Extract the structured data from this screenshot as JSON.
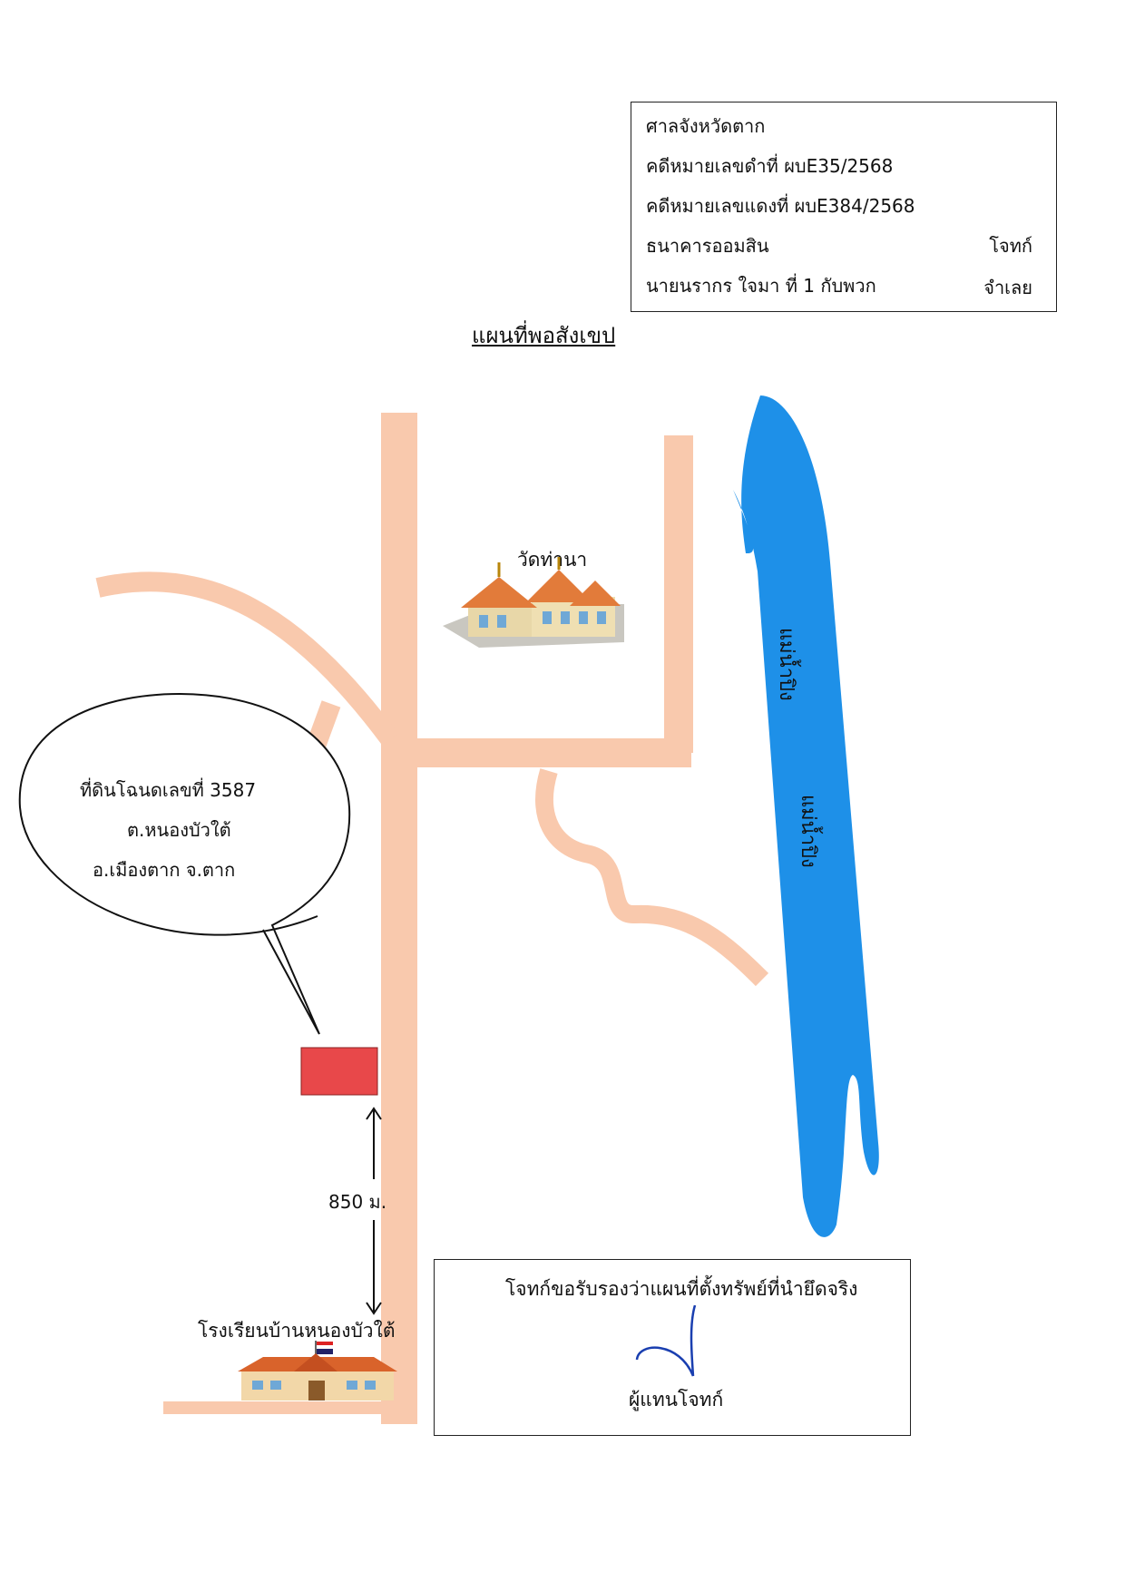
{
  "case_box": {
    "court": "ศาลจังหวัดตาก",
    "black_case_no": "คดีหมายเลขดำที่ ผบE35/2568",
    "red_case_no": "คดีหมายเลขแดงที่ ผบE384/2568",
    "plaintiff_name": "ธนาคารออมสิน",
    "plaintiff_role": "โจทก์",
    "defendant_name": "นายนรากร ใจมา  ที่ 1 กับพวก",
    "defendant_role": "จำเลย"
  },
  "map": {
    "title": "แผนที่พอสังเขป",
    "temple_label": "วัดท่านา",
    "river_label_1": "แม่น้ำปิง",
    "river_label_2": "แม่น้ำปิง",
    "school_label": "โรงเรียนบ้านหนองบัวใต้",
    "distance_label": "850 ม.",
    "land_bubble": {
      "line1": "ที่ดินโฉนดเลขที่ 3587",
      "line2": "ต.หนองบัวใต้",
      "line3": "อ.เมืองตาก จ.ตาก"
    },
    "colors": {
      "road": "#f9c9ad",
      "river": "#1e90e8",
      "plot": "#e8484a"
    }
  },
  "certification": {
    "text": "โจทก์ขอรับรองว่าแผนที่ตั้งทรัพย์ที่นำยึดจริง",
    "signer_label": "ผู้แทนโจทก์"
  }
}
